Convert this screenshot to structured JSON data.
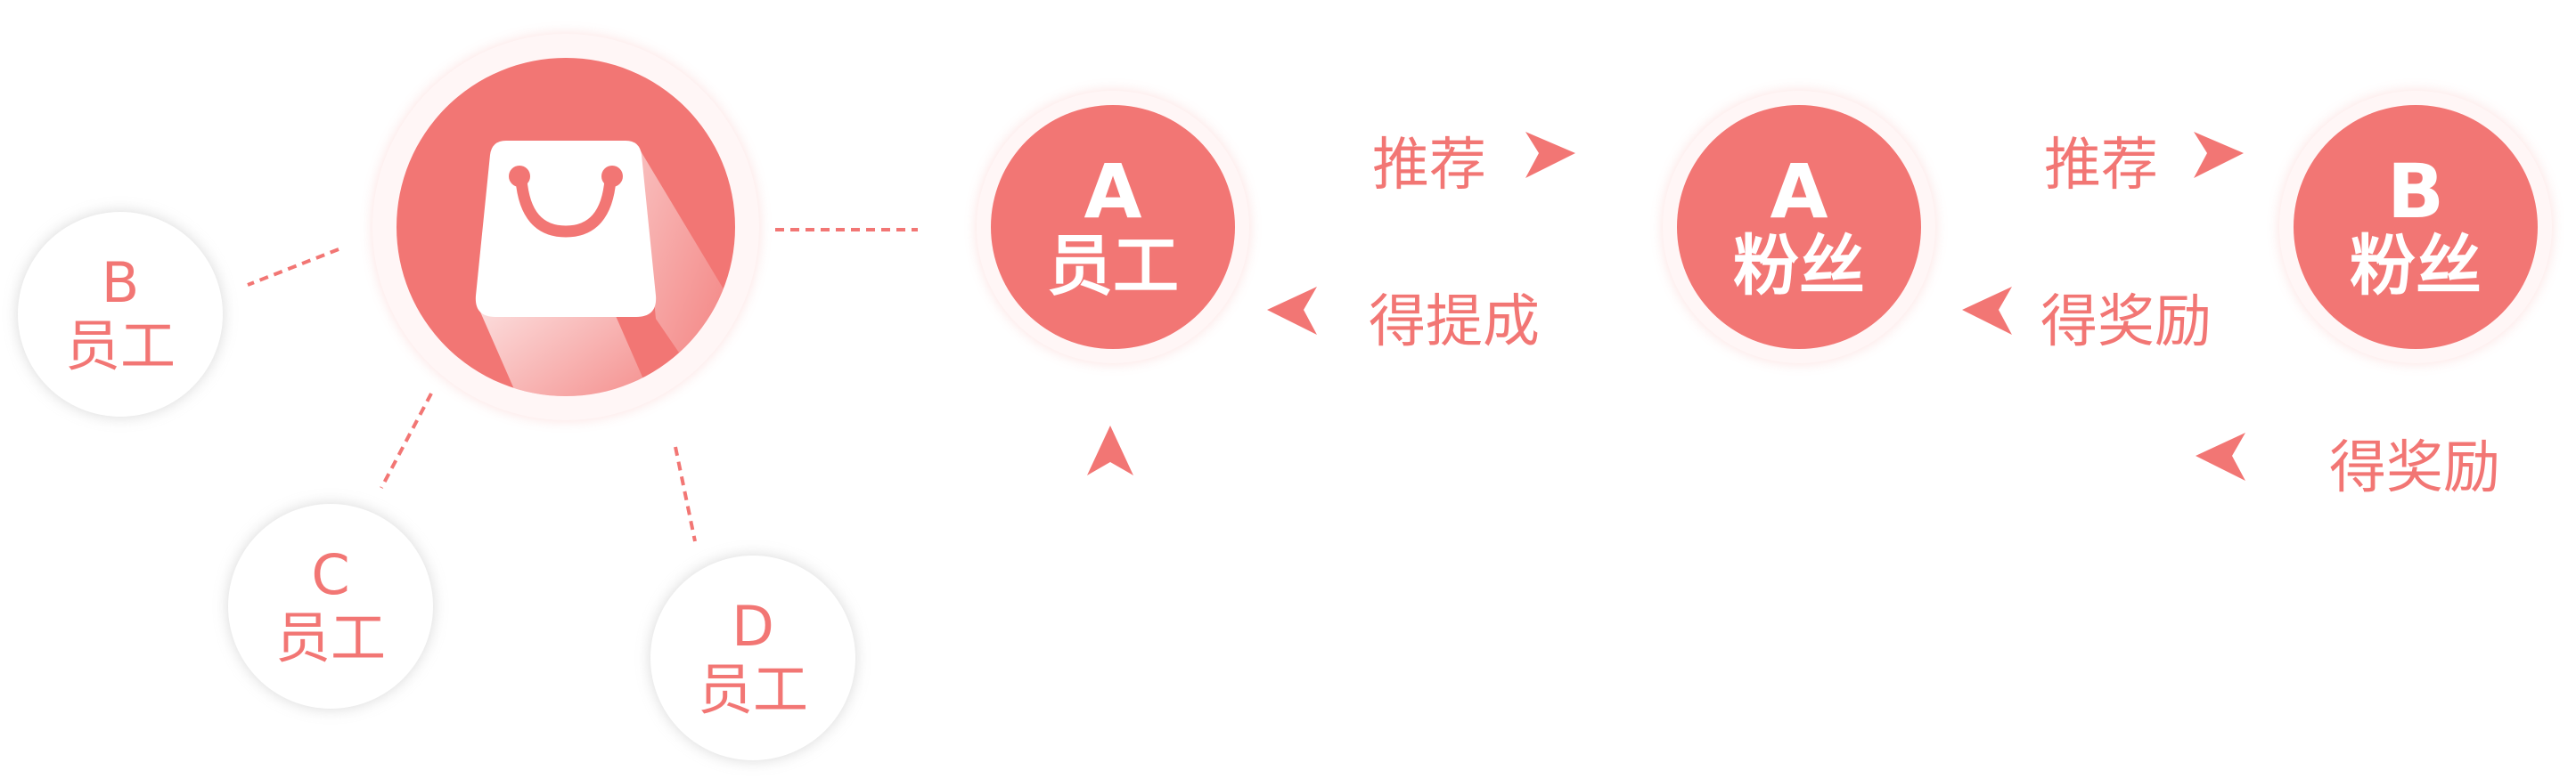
{
  "colors": {
    "accent": "#f27674",
    "ring": "#fff6f6",
    "soft_border": "#e6e6e6"
  },
  "store": {
    "icon": "shopping-bag-icon"
  },
  "employees": {
    "b": {
      "letter": "B",
      "role": "员工"
    },
    "c": {
      "letter": "C",
      "role": "员工"
    },
    "d": {
      "letter": "D",
      "role": "员工"
    },
    "a": {
      "letter": "A",
      "role": "员工"
    }
  },
  "fans": {
    "a": {
      "letter": "A",
      "role": "粉丝"
    },
    "b": {
      "letter": "B",
      "role": "粉丝"
    }
  },
  "flows": {
    "recommend_1": "推荐",
    "commission": "得提成",
    "recommend_2": "推荐",
    "reward_1": "得奖励",
    "reward_2": "得奖励"
  }
}
